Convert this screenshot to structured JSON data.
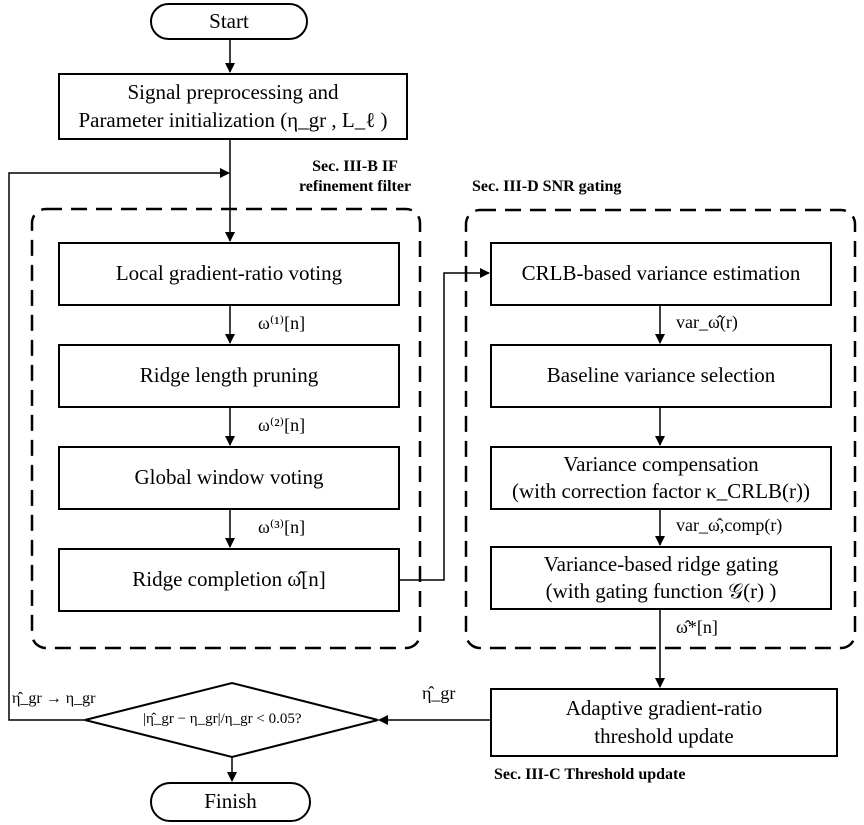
{
  "nodes": {
    "start": "Start",
    "init_line1": "Signal preprocessing and",
    "init_line2": "Parameter initialization (η_gr , L_ℓ )",
    "local_voting": "Local gradient-ratio voting",
    "ridge_pruning": "Ridge length pruning",
    "global_voting": "Global window voting",
    "ridge_completion": "Ridge completion  ω̂[n]",
    "crlb": "CRLB-based variance estimation",
    "baseline": "Baseline variance selection",
    "compensation_line1": "Variance compensation",
    "compensation_line2": "(with correction factor κ_CRLB(r))",
    "gating_line1": "Variance-based ridge gating",
    "gating_line2": "(with gating function 𝒢(r) )",
    "threshold_line1": "Adaptive gradient-ratio",
    "threshold_line2": "threshold update",
    "decision": "|η̂_gr − η_gr|/η_gr < 0.05?",
    "finish": "Finish"
  },
  "edge_labels": {
    "omega1": "ω⁽¹⁾[n]",
    "omega2": "ω⁽²⁾[n]",
    "omega3": "ω⁽³⁾[n]",
    "var_omega": "var_ω̂(r)",
    "var_comp": "var_ω̂,comp(r)",
    "omega_star": "ω̂*[n]",
    "eta_hat": "η̂_gr",
    "feedback": "η̂_gr → η_gr"
  },
  "sections": {
    "refinement_line1": "Sec. III-B IF",
    "refinement_line2": "refinement filter",
    "snr_gating": "Sec. III-D SNR gating",
    "threshold_update": "Sec. III-C Threshold update"
  }
}
